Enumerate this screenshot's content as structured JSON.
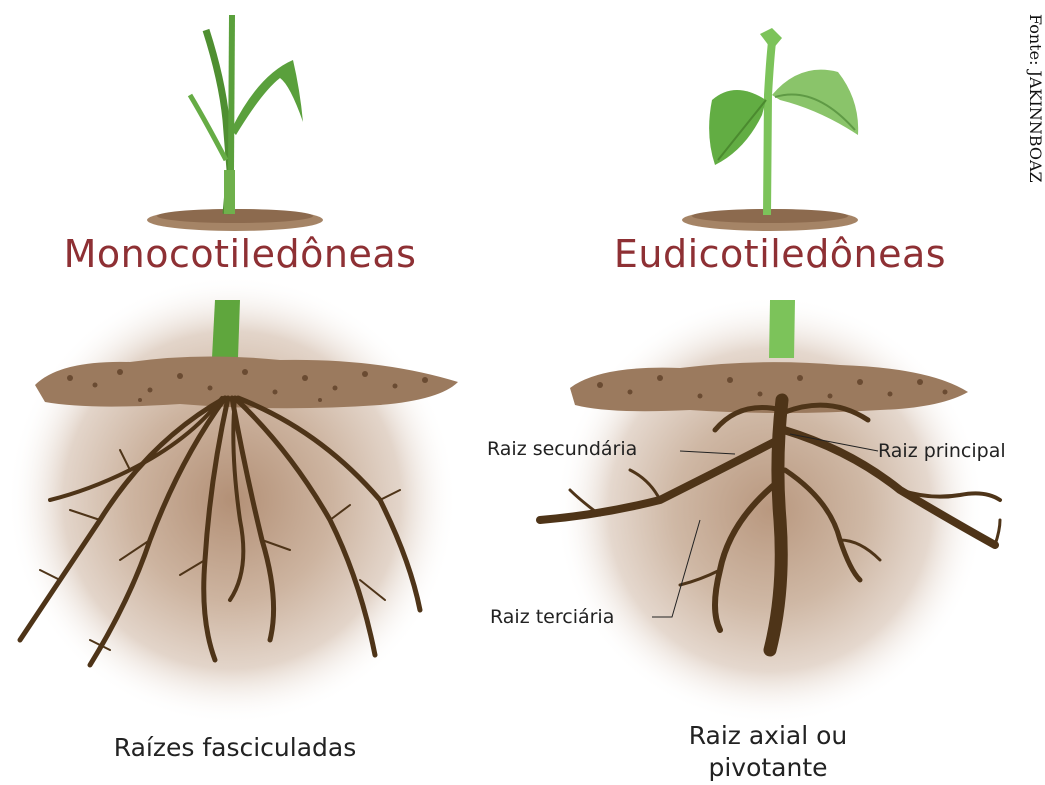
{
  "source": "Fonte: JAKINNBOAZ",
  "left": {
    "title": "Monocotiledôneas",
    "caption": "Raízes fasciculadas"
  },
  "right": {
    "title": "Eudicotiledôneas",
    "caption_line1": "Raiz axial ou",
    "caption_line2": "pivotante",
    "labels": {
      "secundaria": "Raiz secundária",
      "principal": "Raiz principal",
      "terciaria": "Raiz terciária"
    }
  },
  "colors": {
    "title": "#8e3034",
    "root": "#4e3418",
    "soil": "#8a6a52",
    "halo": "#c9ae99",
    "leaf": "#5aa03c",
    "stem": "#7cc35a"
  }
}
